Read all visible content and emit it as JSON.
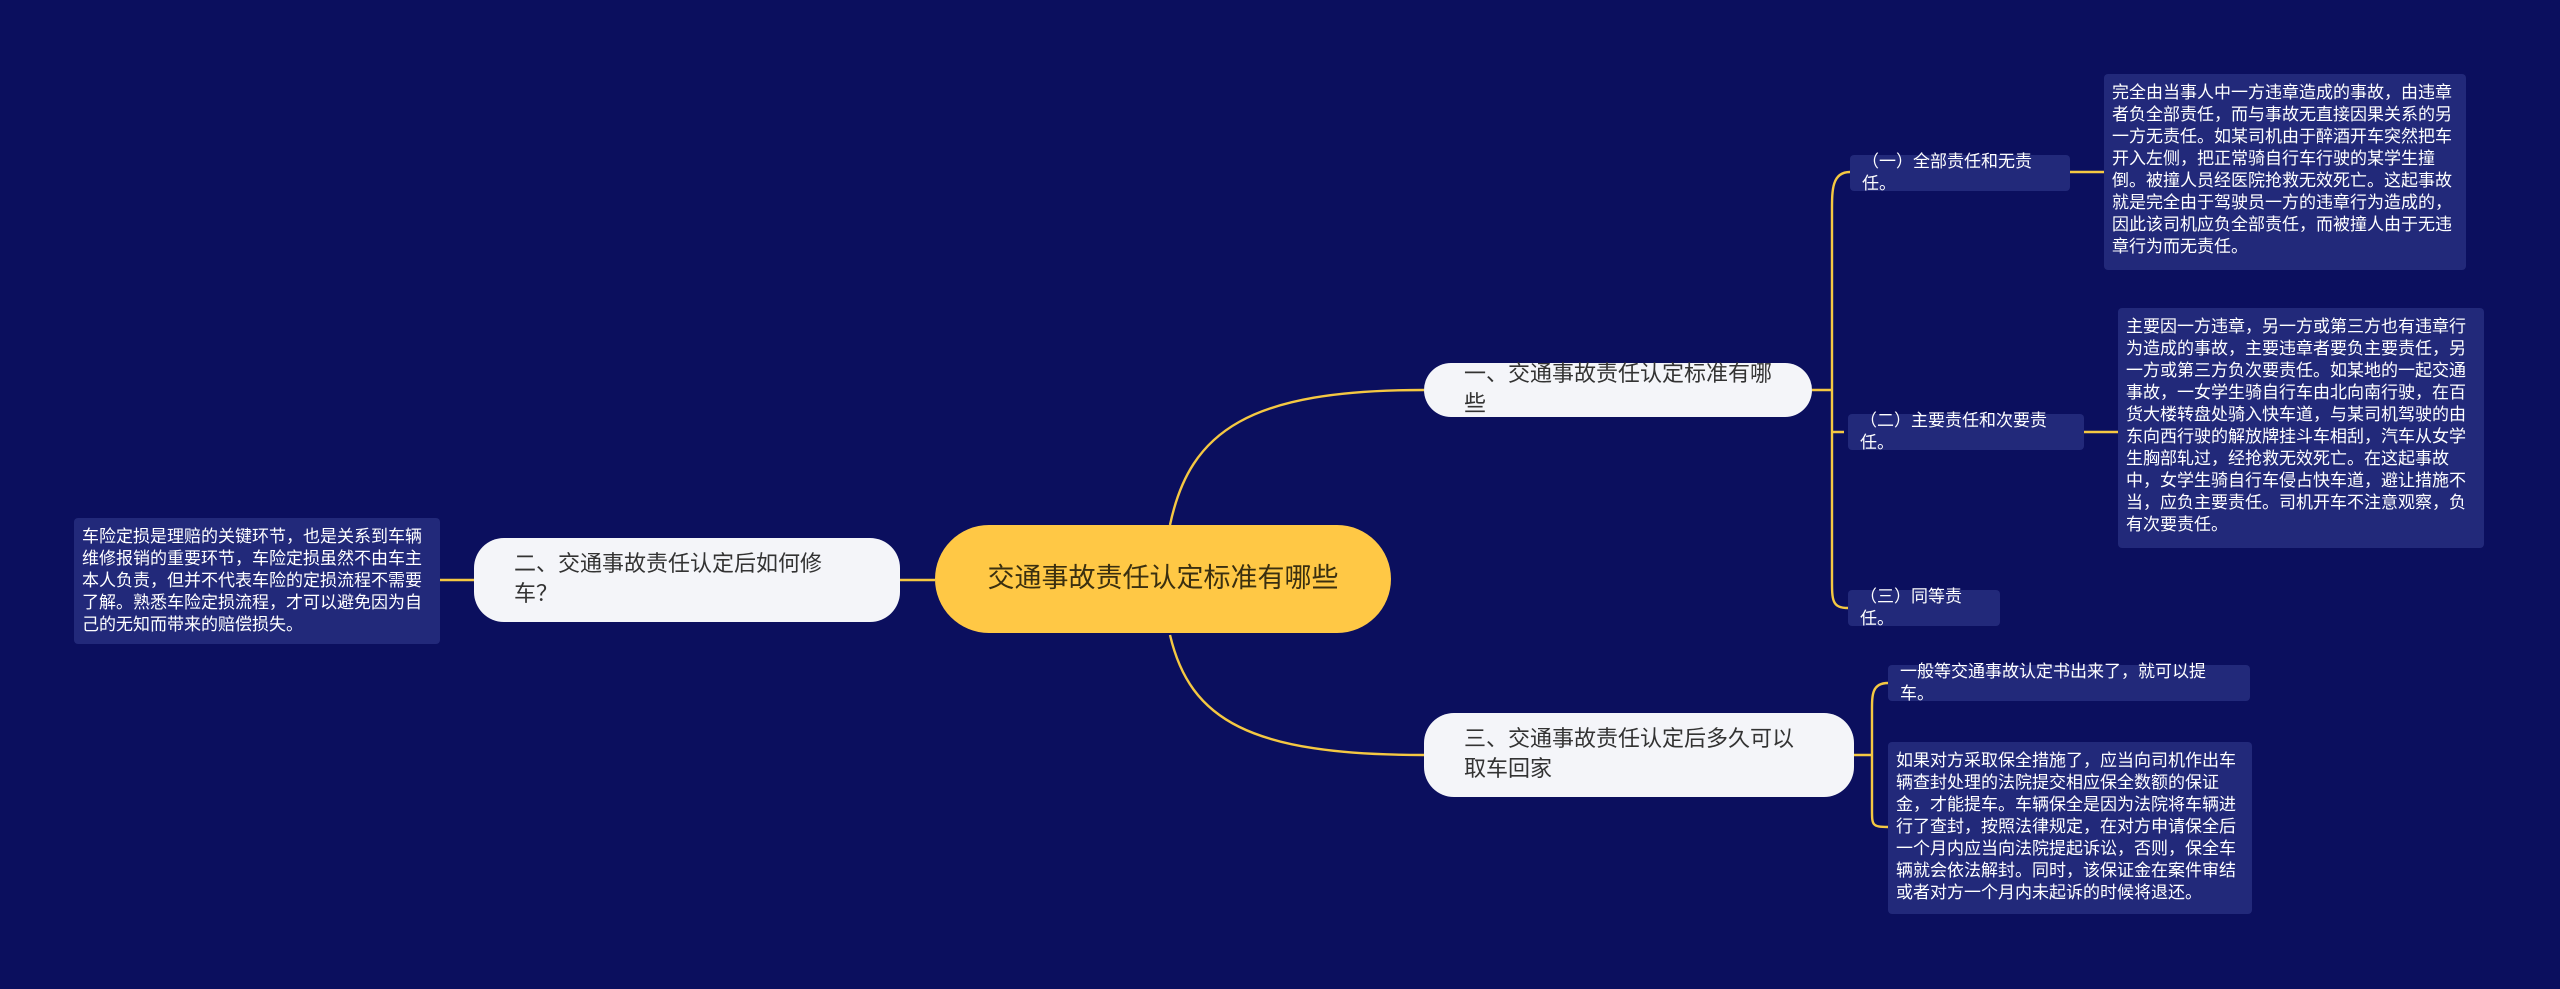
{
  "root": {
    "title": "交通事故责任认定标准有哪些"
  },
  "branches": [
    {
      "label": "一、交通事故责任认定标准有哪些",
      "children": [
        {
          "label": "（一）全部责任和无责任。",
          "detail": "完全由当事人中一方违章造成的事故，由违章者负全部责任，而与事故无直接因果关系的另一方无责任。如某司机由于醉酒开车突然把车开入左侧，把正常骑自行车行驶的某学生撞倒。被撞人员经医院抢救无效死亡。这起事故就是完全由于驾驶员一方的违章行为造成的，因此该司机应负全部责任，而被撞人由于无违章行为而无责任。"
        },
        {
          "label": "（二）主要责任和次要责任。",
          "detail": "主要因一方违章，另一方或第三方也有违章行为造成的事故，主要违章者要负主要责任，另一方或第三方负次要责任。如某地的一起交通事故，一女学生骑自行车由北向南行驶，在百货大楼转盘处骑入快车道，与某司机驾驶的由东向西行驶的解放牌挂斗车相刮，汽车从女学生胸部轧过，经抢救无效死亡。在这起事故中，女学生骑自行车侵占快车道，避让措施不当，应负主要责任。司机开车不注意观察，负有次要责任。"
        },
        {
          "label": "（三）同等责任。"
        }
      ]
    },
    {
      "label": "二、交通事故责任认定后如何修车？",
      "children": [
        {
          "detail": "车险定损是理赔的关键环节，也是关系到车辆维修报销的重要环节，车险定损虽然不由车主本人负责，但并不代表车险的定损流程不需要了解。熟悉车险定损流程，才可以避免因为自己的无知而带来的赔偿损失。"
        }
      ]
    },
    {
      "label": "三、交通事故责任认定后多久可以取车回家",
      "children": [
        {
          "detail": "一般等交通事故认定书出来了，就可以提车。"
        },
        {
          "detail": "如果对方采取保全措施了，应当向司机作出车辆查封处理的法院提交相应保全数额的保证金，才能提车。车辆保全是因为法院将车辆进行了查封，按照法律规定，在对方申请保全后一个月内应当向法院提起诉讼，否则，保全车辆就会依法解封。同时，该保证金在案件审结或者对方一个月内未起诉的时候将退还。"
        }
      ]
    }
  ],
  "colors": {
    "background": "#0b0f5e",
    "root_fill": "#ffc845",
    "branch_fill": "#f4f5f9",
    "leaf_fill": "#22297a",
    "connector": "#f5c842"
  }
}
